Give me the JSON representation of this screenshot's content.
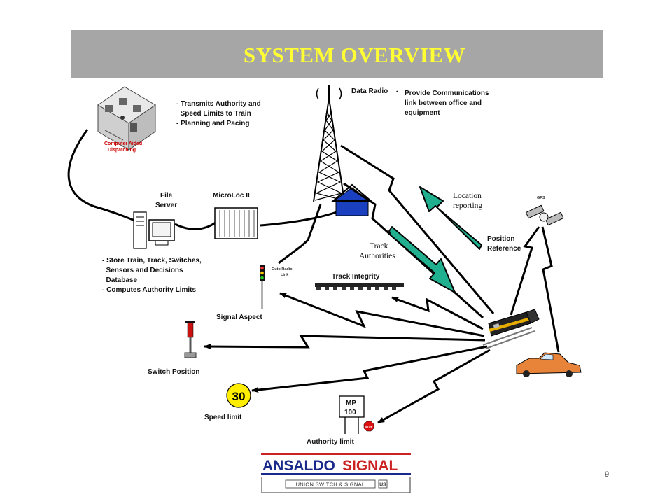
{
  "title": "SYSTEM OVERVIEW",
  "cad": {
    "label_line1": "Computer Aided",
    "label_line2": "Dispatching",
    "notes": [
      "- Transmits Authority and",
      "  Speed Limits to Train",
      "- Planning and Pacing"
    ]
  },
  "data_radio": {
    "label": "Data Radio",
    "dash": "-",
    "notes": [
      "Provide Communications",
      "link between office and",
      "equipment"
    ]
  },
  "file_server": {
    "label_line1": "File",
    "label_line2": "Server"
  },
  "microloc": {
    "label": "MicroLoc II"
  },
  "database_notes": [
    "- Store Train, Track, Switches,",
    "  Sensors and Decisions",
    "  Database",
    "- Computes Authority Limits"
  ],
  "location_reporting": {
    "line1": "Location",
    "line2": "reporting"
  },
  "track_authorities": {
    "line1": "Track",
    "line2": "Authorities"
  },
  "gps": {
    "label": "GPS"
  },
  "position_reference": {
    "line1": "Position",
    "line2": "Reference"
  },
  "track_integrity": {
    "label": "Track Integrity"
  },
  "signal_aspect": {
    "label": "Signal Aspect",
    "radio_link_line1": "Guto Radio",
    "radio_link_line2": "Link"
  },
  "switch_position": {
    "label": "Switch Position"
  },
  "speed_limit": {
    "label": "Speed limit",
    "value": "30"
  },
  "authority_limit": {
    "label": "Authority limit",
    "mp_line1": "MP",
    "mp_line2": "100",
    "stop": "STOP"
  },
  "logo": {
    "brand_part1": "ANSALDO",
    "brand_part2": "SIGNAL",
    "sub": "UNION SWITCH & SIGNAL",
    "mark": "US"
  },
  "page_number": "9",
  "colors": {
    "title_bar": "#a6a6a6",
    "title_text": "#ffff33",
    "arrow_fill": "#20b090",
    "logo_red": "#cc2222",
    "logo_blue": "#1a2a8a"
  }
}
